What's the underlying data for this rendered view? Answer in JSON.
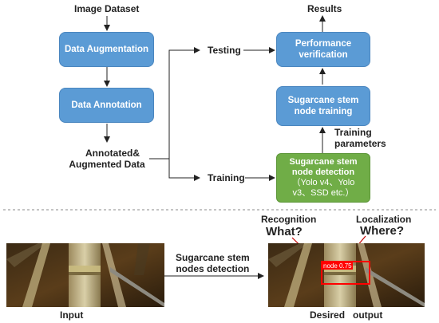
{
  "flow": {
    "image_dataset": "Image Dataset",
    "data_augmentation": "Data Augmentation",
    "data_annotation": "Data Annotation",
    "annotated_line1": "Annotated&",
    "annotated_line2": "Augmented Data",
    "testing": "Testing",
    "training": "Training",
    "results": "Results",
    "performance_line1": "Performance",
    "performance_line2": "verification",
    "stem_training_line1": "Sugarcane stem",
    "stem_training_line2": "node training",
    "training_params_line1": "Training",
    "training_params_line2": "parameters",
    "detection_lines": [
      "Sugarcane stem",
      "node detection",
      "（Yolo v4、Yolo",
      "v3、SSD etc.）"
    ]
  },
  "pipeline": {
    "input_label": "Input",
    "process_line1": "Sugarcane stem",
    "process_line2": "nodes detection",
    "recognition": "Recognition",
    "what": "What?",
    "localization": "Localization",
    "where": "Where?",
    "bbox_label": "node 0.75",
    "desired_output": "Desired   output"
  },
  "colors": {
    "blue_box": "#5b9bd5",
    "green_box": "#70ad47",
    "bbox": "#ff0000"
  }
}
